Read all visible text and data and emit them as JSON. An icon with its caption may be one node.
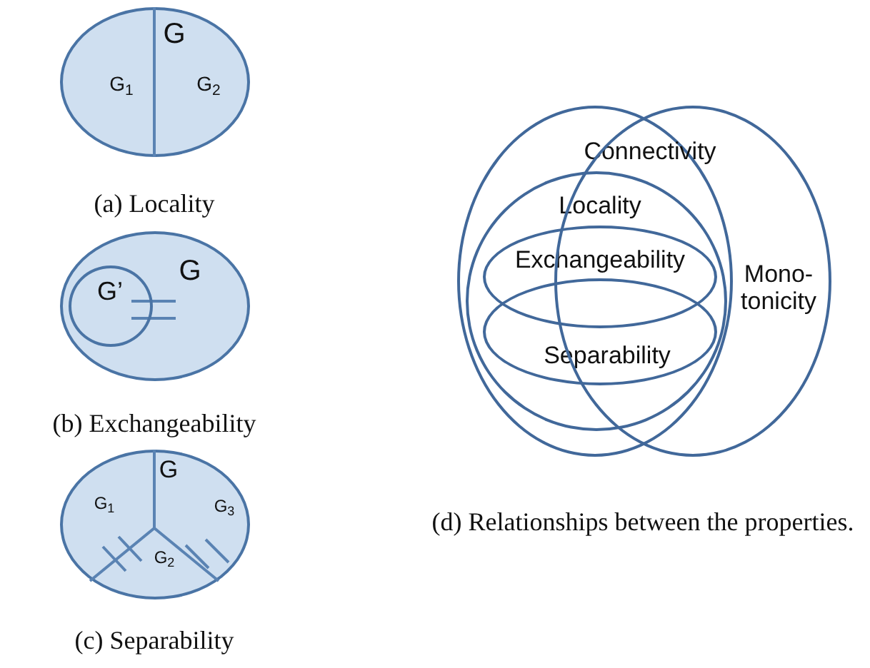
{
  "diagram": {
    "nodes": [
      {
        "text": [
          "G",
          "G$_{1}$",
          "G$_{2}$"
        ]
      },
      {
        "text": [
          "G"
        ]
      },
      {
        "text": [
          "G’"
        ],
        "in": 1
      },
      {
        "text": [
          "G",
          "G$_{1}$",
          "G$_{3}$",
          "G$_{2}$"
        ]
      },
      {
        "text": [
          "Connectivity"
        ]
      },
      {
        "text": [
          "Mono- tonicity"
        ]
      },
      {
        "text": [
          "Locality"
        ],
        "in": 4
      },
      {
        "text": [
          "Exchangeability"
        ],
        "in": 6
      },
      {
        "text": [
          "Separability"
        ],
        "in": 6
      }
    ],
    "labels": [
      "(a) Locality",
      "(b) Exchangeability",
      "(c) Separability",
      "(d) Relationships between the properties."
    ]
  }
}
